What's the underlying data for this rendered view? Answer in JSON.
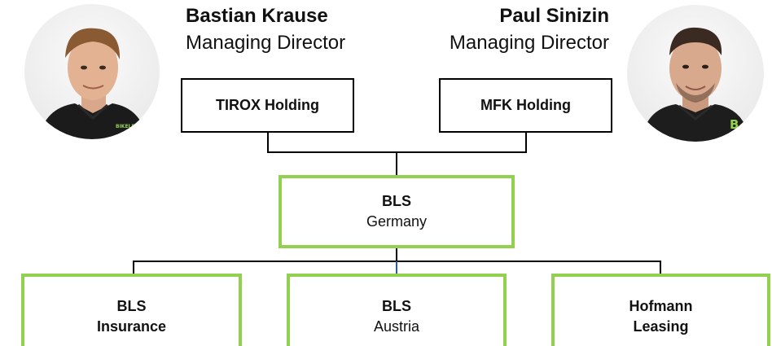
{
  "people": [
    {
      "name": "Bastian Krause",
      "role": "Managing Director",
      "shirt_text": "BIKELEASING"
    },
    {
      "name": "Paul Sinizin",
      "role": "Managing Director",
      "shirt_text": "B"
    }
  ],
  "holdings": [
    {
      "label": "TIROX Holding"
    },
    {
      "label": "MFK Holding"
    }
  ],
  "center": {
    "line1": "BLS",
    "line2": "Germany"
  },
  "subsidiaries": [
    {
      "line1": "BLS",
      "line2": "Insurance"
    },
    {
      "line1": "BLS",
      "line2": "Austria"
    },
    {
      "line1": "Hofmann",
      "line2": "Leasing"
    }
  ],
  "colors": {
    "accent": "#92d050",
    "line": "#000000",
    "connector_blue": "#2e5a9c"
  }
}
